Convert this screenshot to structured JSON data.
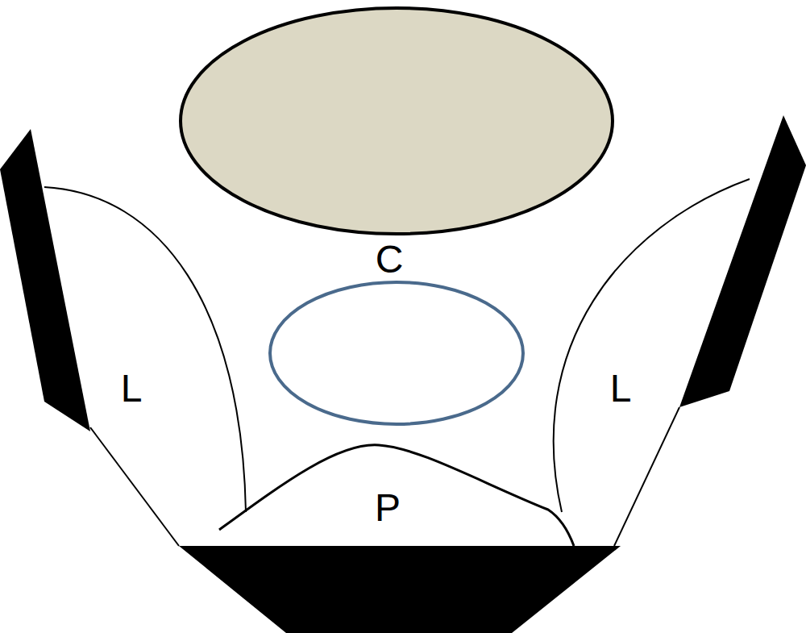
{
  "diagram": {
    "labels": [
      "C",
      "L",
      "L",
      "P"
    ]
  }
}
